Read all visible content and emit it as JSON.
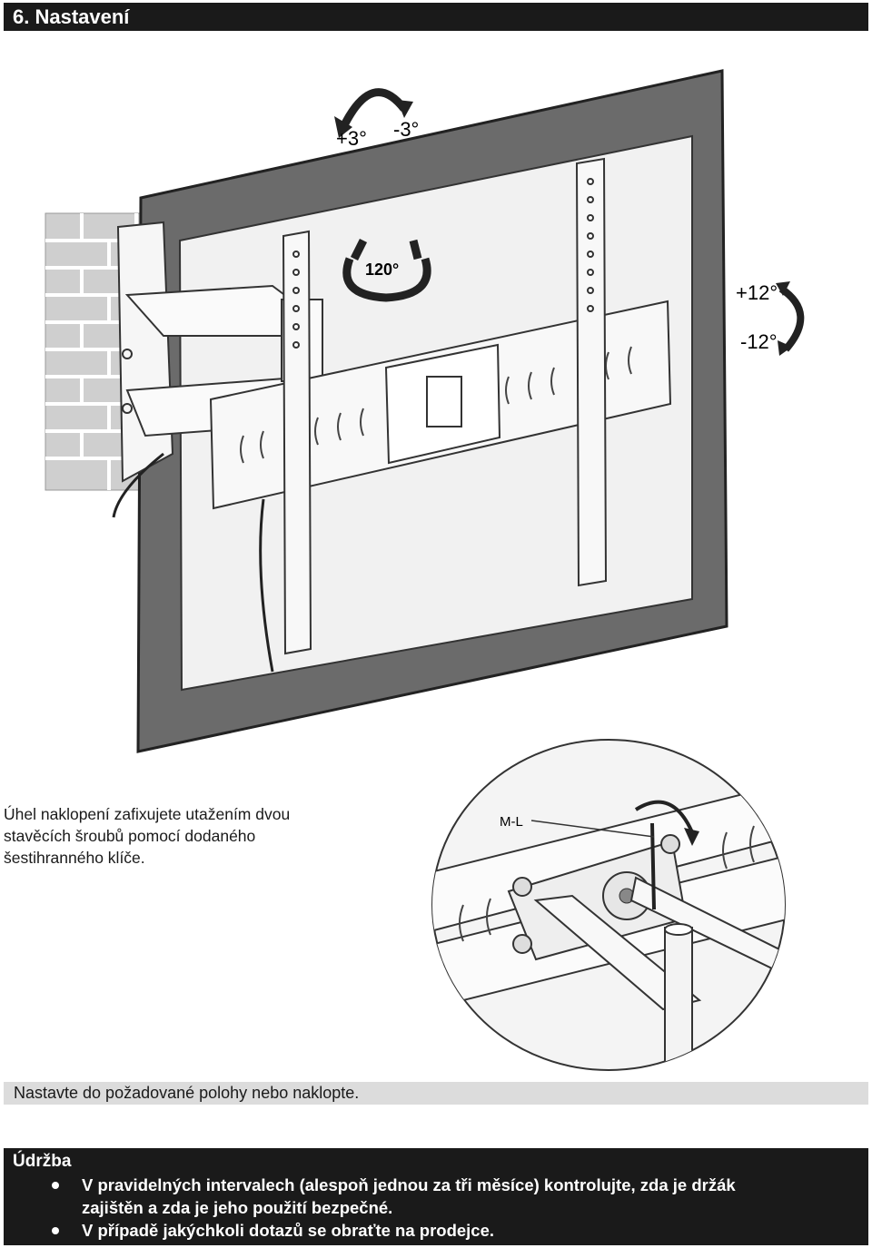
{
  "header": {
    "title": "6. Nastavení"
  },
  "illustration": {
    "tilt_plus": "+3°",
    "tilt_minus": "-3°",
    "swivel": "120°",
    "rotate_plus": "+12°",
    "rotate_minus": "-12°"
  },
  "instruction": {
    "lines": [
      "Úhel naklopení zafixujete utažením dvou",
      "stavěcích šroubů pomocí dodaného",
      "šestihranného klíče."
    ]
  },
  "detail": {
    "label": "M-L"
  },
  "adjust": {
    "text": "Nastavte do požadované polohy nebo naklopte."
  },
  "maintenance": {
    "title": "Údržba",
    "items": [
      {
        "lines": [
          "V pravidelných intervalech (alespoň jednou za tři měsíce) kontrolujte, zda je držák",
          "zajištěn a zda je jeho použití bezpečné."
        ]
      },
      {
        "lines": [
          "V případě jakýchkoli dotazů se obraťte na prodejce."
        ]
      }
    ]
  },
  "colors": {
    "dark": "#1a1a1a",
    "light_bar": "#dcdcdc",
    "frame": "#6b6b6b"
  }
}
